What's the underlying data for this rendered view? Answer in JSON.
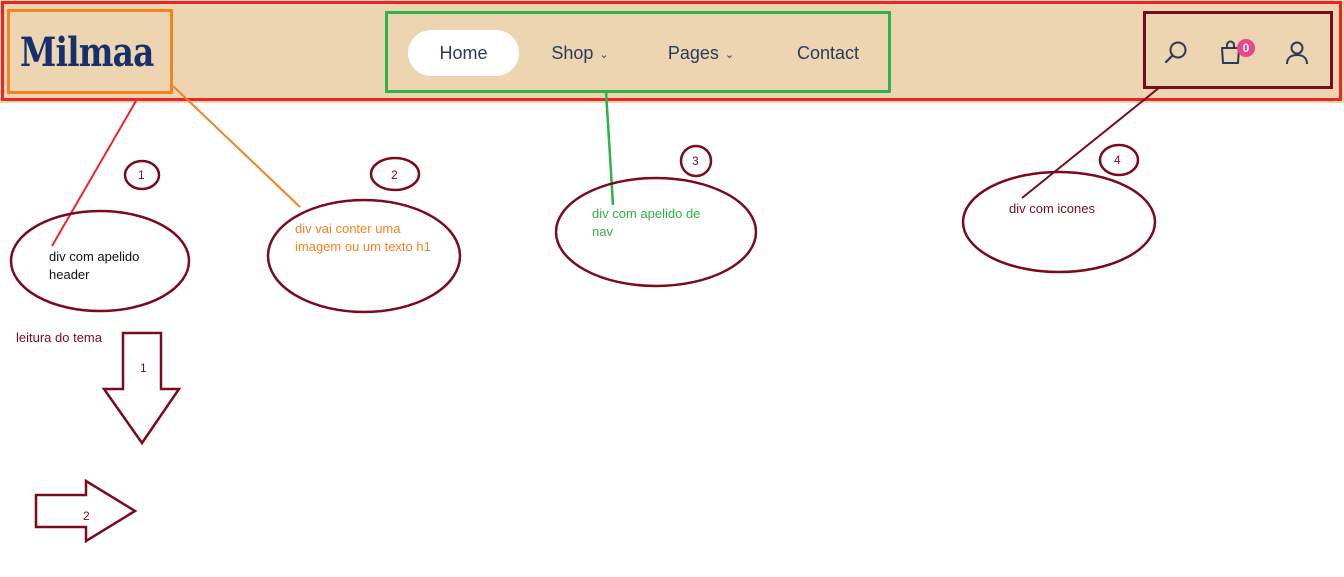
{
  "header": {
    "logo_text": "Milmaa",
    "nav": [
      {
        "label": "Home",
        "active": true
      },
      {
        "label": "Shop",
        "caret": "⌄"
      },
      {
        "label": "Pages",
        "caret": "⌄"
      },
      {
        "label": "Contact"
      }
    ],
    "icons": [
      "search-icon",
      "cart-icon",
      "user-icon"
    ],
    "cart_count": "0"
  },
  "annotations": {
    "numbers": [
      "1",
      "2",
      "3",
      "4"
    ],
    "labels": {
      "header": "div com apelido header",
      "logo": "div vai conter uma imagem ou um texto h1",
      "nav": "div com apelido de nav",
      "icons": "div com icones"
    },
    "reading_label": "leitura do tema",
    "arrow_down_number": "1",
    "arrow_right_number": "2"
  },
  "colors": {
    "header_bg": "#ecd5b0",
    "red": "#e8262a",
    "orange": "#f58220",
    "green": "#2db34a",
    "maroon": "#7a0a1e",
    "navy": "#16306b",
    "badge": "#e8478b"
  }
}
